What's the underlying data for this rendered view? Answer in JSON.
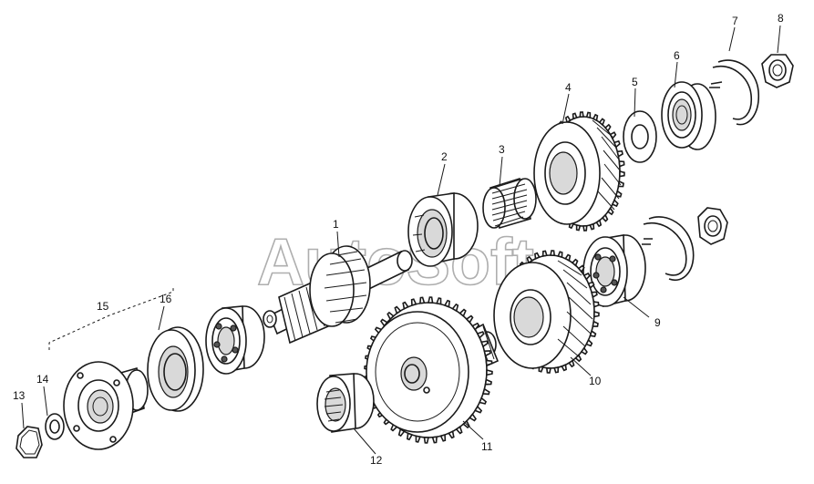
{
  "watermark": "AutoSoft",
  "callouts": {
    "c1": "1",
    "c2": "2",
    "c3": "3",
    "c4": "4",
    "c5": "5",
    "c6": "6",
    "c7": "7",
    "c8": "8",
    "c9": "9",
    "c10": "10",
    "c11": "11",
    "c12": "12",
    "c13": "13",
    "c14": "14",
    "c15": "15",
    "c16": "16"
  }
}
